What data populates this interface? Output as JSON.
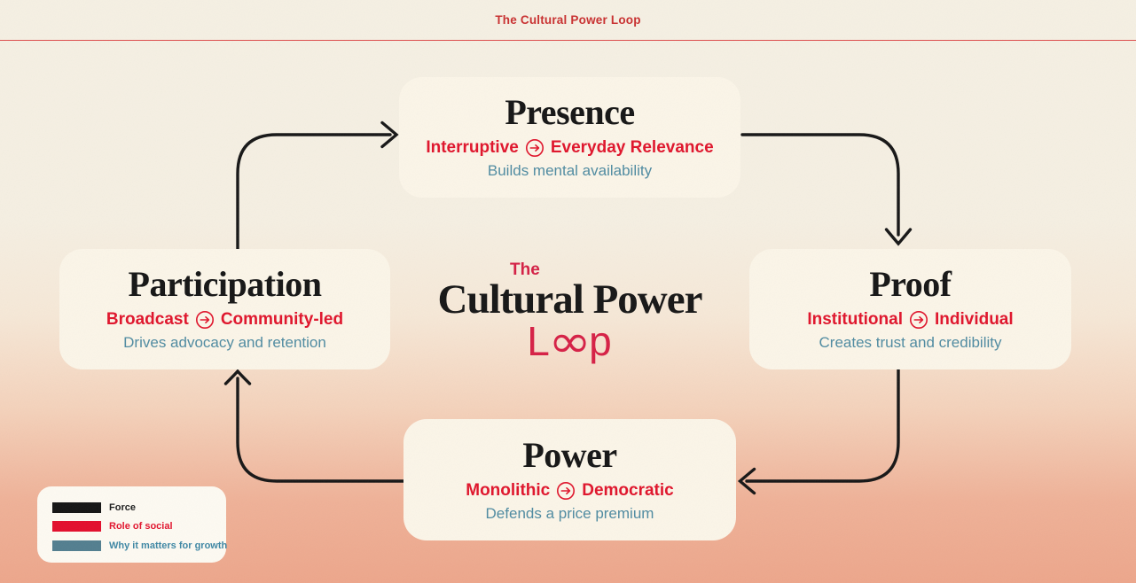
{
  "header": {
    "title": "The Cultural Power Loop"
  },
  "center": {
    "the": "The",
    "title": "Cultural Power",
    "loop": {
      "l": "L",
      "infinity": "∞",
      "p": "p"
    }
  },
  "nodes": [
    {
      "id": "presence",
      "title": "Presence",
      "from": "Interruptive",
      "to": "Everyday Relevance",
      "tagline": "Builds mental availability"
    },
    {
      "id": "proof",
      "title": "Proof",
      "from": "Institutional",
      "to": "Individual",
      "tagline": "Creates trust and credibility"
    },
    {
      "id": "power",
      "title": "Power",
      "from": "Monolithic",
      "to": "Democratic",
      "tagline": "Defends a price premium"
    },
    {
      "id": "participation",
      "title": "Participation",
      "from": "Broadcast",
      "to": "Community-led",
      "tagline": "Drives advocacy and retention"
    }
  ],
  "flow_sequence": [
    "Participation",
    "Presence",
    "Proof",
    "Power",
    "Participation"
  ],
  "legend": {
    "items": [
      {
        "label": "Force",
        "color": "#141414"
      },
      {
        "label": "Role of social",
        "color": "#e30d2c"
      },
      {
        "label": "Why it matters for growth",
        "color": "#527e8f"
      }
    ]
  },
  "icons": {
    "transition": "circle-arrow-icon"
  },
  "colors": {
    "background_top": "#f5f0e3",
    "background_bottom": "#eda68b",
    "card_background": "#fbf5e8",
    "title_black": "#151515",
    "accent_red": "#e0142b",
    "wordmark_crimson": "#d62045",
    "tagline_teal": "#4f8ba1",
    "header_red": "#c92f2f",
    "connector_black": "#161616"
  }
}
